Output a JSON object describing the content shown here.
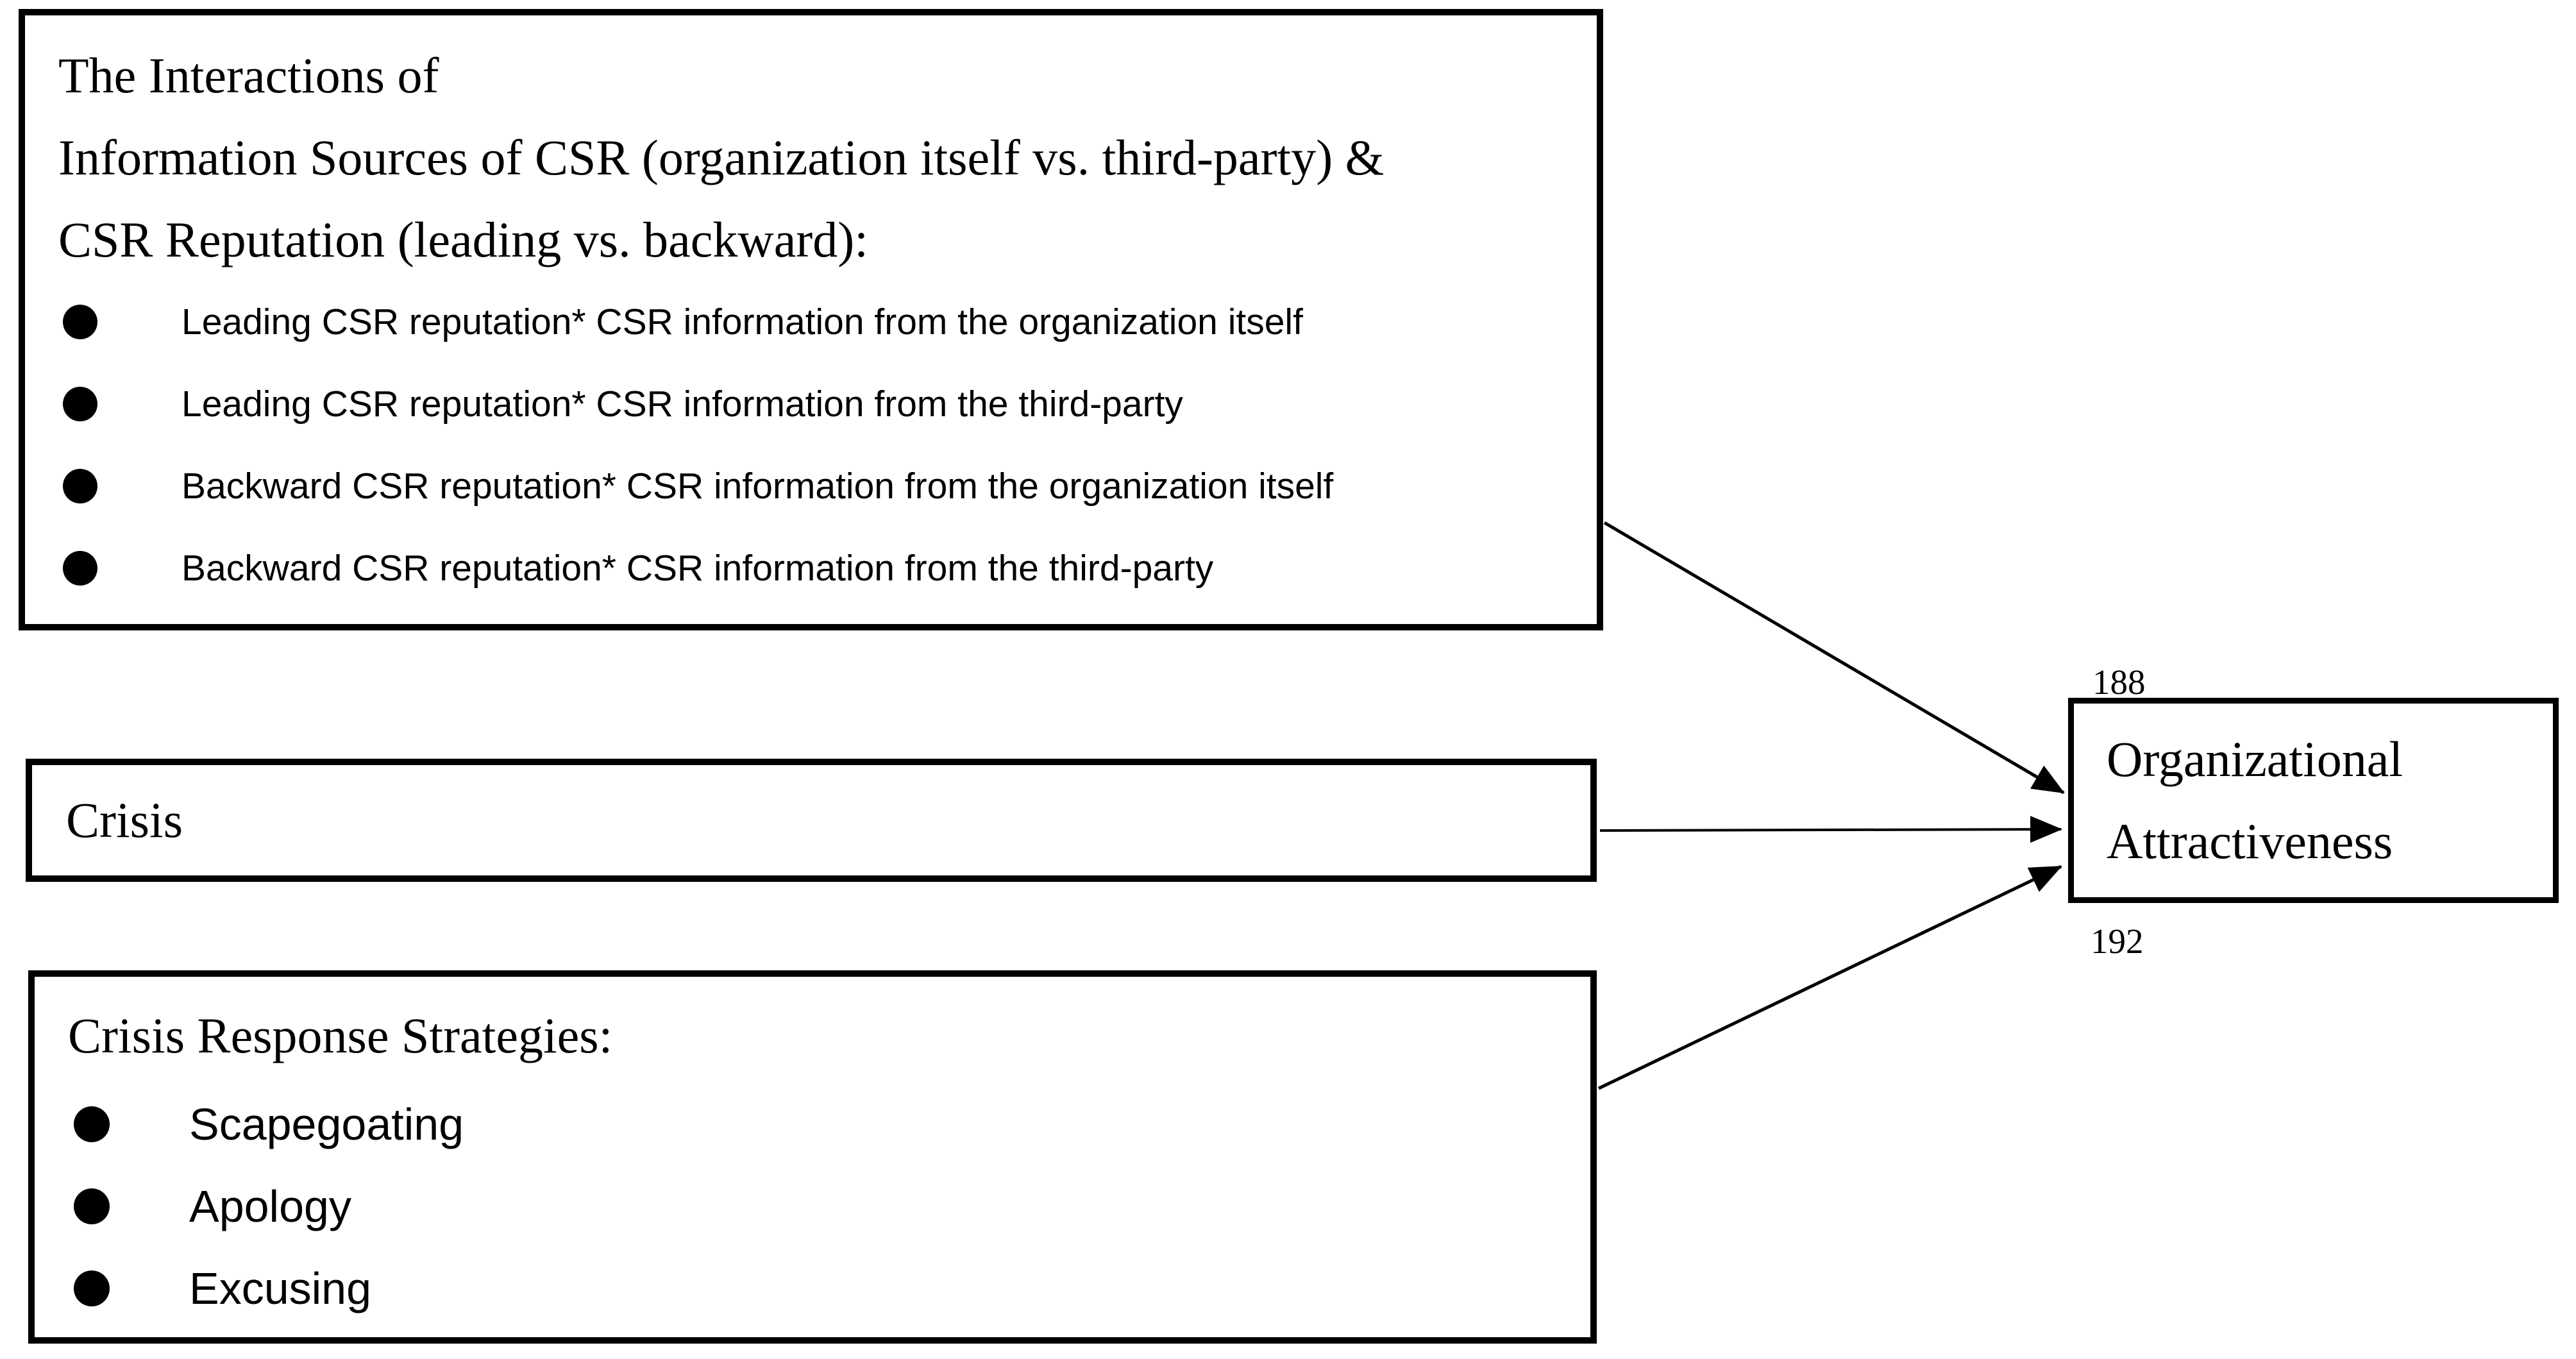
{
  "figure": {
    "colors": {
      "ink": "#000000",
      "background": "#ffffff"
    },
    "interaction_box": {
      "title_line_1": "The Interactions of",
      "title_line_2": "Information Sources of CSR (organization itself vs. third-party) &",
      "title_line_3": "CSR Reputation (leading vs. backward):",
      "bullets": [
        "Leading CSR reputation* CSR information from the organization itself",
        "Leading CSR reputation* CSR information from the third-party",
        "Backward CSR reputation* CSR information from the organization itself",
        "Backward CSR reputation* CSR information from the third-party"
      ]
    },
    "crisis_box": {
      "label": "Crisis"
    },
    "response_box": {
      "title": "Crisis Response Strategies:",
      "bullets": [
        "Scapegoating",
        "Apology",
        "Excusing"
      ]
    },
    "outcome_box": {
      "line_1": "Organizational",
      "line_2": "Attractiveness"
    },
    "margin_line_numbers": {
      "above": "188",
      "below": "192"
    }
  }
}
